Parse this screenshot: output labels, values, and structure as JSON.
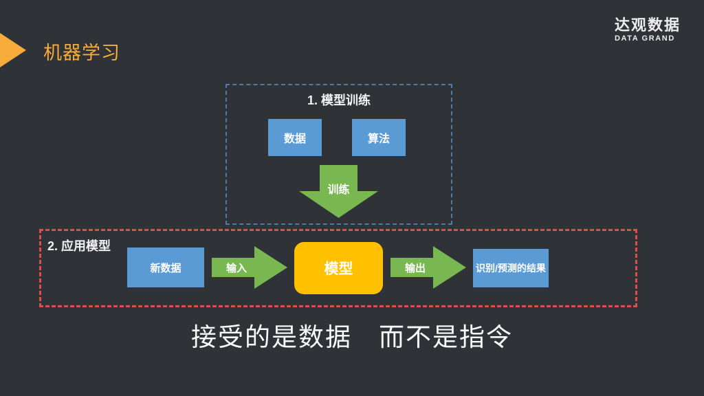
{
  "colors": {
    "background": "#2F3237",
    "accent": "#F8AC3A",
    "box-blue": "#5B9BD5",
    "arrow-green": "#79B751",
    "model-yellow": "#FFC000",
    "dash-red": "#E14B4B",
    "dash-blue": "#4E7BA6",
    "text-white": "#F2F2F2"
  },
  "header": {
    "title": "机器学习",
    "logo_cn": "达观数据",
    "logo_en": "DATA GRAND"
  },
  "training": {
    "heading": "1. 模型训练",
    "data_box": "数据",
    "algo_box": "算法",
    "arrow_label": "训练"
  },
  "apply": {
    "heading": "2. 应用模型",
    "new_data_box": "新数据",
    "input_arrow": "输入",
    "model_box": "模型",
    "output_arrow": "输出",
    "result_box": "识别/预测的结果"
  },
  "footer": {
    "caption": "接受的是数据　而不是指令"
  }
}
